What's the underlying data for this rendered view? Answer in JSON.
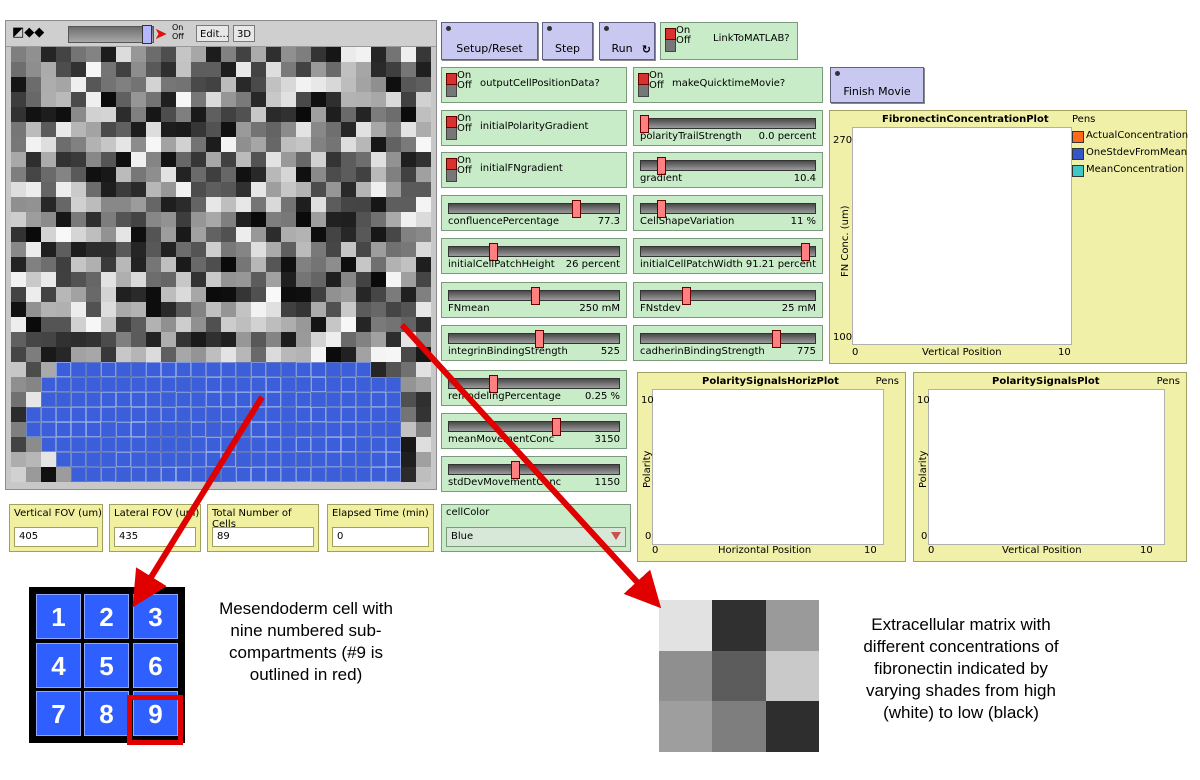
{
  "toolbar": {
    "edit_label": "Edit...",
    "three_d_label": "3D",
    "onoff_label": "On Off"
  },
  "buttons": {
    "setup": "Setup/Reset",
    "step": "Step",
    "run": "Run",
    "finish_movie": "Finish Movie"
  },
  "switches": {
    "link_matlab": {
      "label": "LinkToMATLAB?",
      "on": "On",
      "off": "Off"
    },
    "output_cell_position": {
      "label": "outputCellPositionData?",
      "on": "On",
      "off": "Off"
    },
    "make_quicktime": {
      "label": "makeQuicktimeMovie?",
      "on": "On",
      "off": "Off"
    },
    "initial_polarity_gradient": {
      "label": "initialPolarityGradient",
      "on": "On",
      "off": "Off"
    },
    "initial_fn_gradient": {
      "label": "initialFNgradient",
      "on": "On",
      "off": "Off"
    }
  },
  "sliders": {
    "polarity_trail": {
      "name": "polarityTrailStrength",
      "value": "0.0 percent",
      "level": 0.0
    },
    "gradient": {
      "name": "gradient",
      "value": "10.4",
      "level": 0.1
    },
    "confluence": {
      "name": "confluencePercentage",
      "value": "77.3",
      "level": 0.75
    },
    "cell_shape": {
      "name": "CellShapeVariation",
      "value": "11 %",
      "level": 0.1
    },
    "patch_height": {
      "name": "initialCellPatchHeight",
      "value": "26 percent",
      "level": 0.25
    },
    "patch_width": {
      "name": "initialCellPatchWidth",
      "value": "91.21 percent",
      "level": 0.95
    },
    "fn_mean": {
      "name": "FNmean",
      "value": "250 mM",
      "level": 0.5
    },
    "fn_stdev": {
      "name": "FNstdev",
      "value": "25 mM",
      "level": 0.25
    },
    "integrin": {
      "name": "integrinBindingStrength",
      "value": "525",
      "level": 0.53
    },
    "cadherin": {
      "name": "cadherinBindingStrength",
      "value": "775",
      "level": 0.78
    },
    "remodeling": {
      "name": "remodelingPercentage",
      "value": "0.25 %",
      "level": 0.25
    },
    "mean_movement": {
      "name": "meanMovementConc",
      "value": "3150",
      "level": 0.63
    },
    "stddev_movement": {
      "name": "stdDevMovementConc",
      "value": "1150",
      "level": 0.38
    }
  },
  "chooser": {
    "name": "cellColor",
    "value": "Blue"
  },
  "monitors": [
    {
      "name": "Vertical FOV (um)",
      "value": "405"
    },
    {
      "name": "Lateral FOV (um)",
      "value": "435"
    },
    {
      "name": "Total Number of Cells",
      "value": "89"
    },
    {
      "name": "Elapsed Time (min)",
      "value": "0"
    }
  ],
  "plots": {
    "fibronectin": {
      "title": "FibronectinConcentrationPlot",
      "ylabel": "FN Conc. (um)",
      "xlabel": "Vertical Position",
      "xmin": "0",
      "xmax": "10",
      "ymin": "100",
      "ymax": "270",
      "pens_label": "Pens",
      "pens": [
        {
          "name": "ActualConcentration",
          "color": "#ff6a1a"
        },
        {
          "name": "OneStdevFromMean",
          "color": "#3556c8"
        },
        {
          "name": "MeanConcentration",
          "color": "#3ec7c7"
        }
      ]
    },
    "polarity_horiz": {
      "title": "PolaritySignalsHorizPlot",
      "ylabel": "Polarity",
      "xlabel": "Horizontal Position",
      "xmin": "0",
      "xmax": "10",
      "ymin": "0",
      "ymax": "10",
      "pens_label": "Pens"
    },
    "polarity": {
      "title": "PolaritySignalsPlot",
      "ylabel": "Polarity",
      "xlabel": "Vertical Position",
      "xmin": "0",
      "xmax": "10",
      "ymin": "0",
      "ymax": "10",
      "pens_label": "Pens"
    }
  },
  "illustration": {
    "cell_numbers": [
      "1",
      "2",
      "3",
      "4",
      "5",
      "6",
      "7",
      "8",
      "9"
    ],
    "cell_caption": [
      "Mesendoderm cell with",
      "nine numbered sub-",
      "compartments (#9 is",
      "outlined in red)"
    ],
    "ecm_caption": [
      "Extracellular matrix with",
      "different concentrations of",
      "fibronectin indicated by",
      "varying shades from high",
      "(white) to low (black)"
    ],
    "ecm_shades": [
      "#e2e2e2",
      "#303030",
      "#9a9a9a",
      "#8f8f8f",
      "#5c5c5c",
      "#c9c9c9",
      "#9e9e9e",
      "#7e7e7e",
      "#2e2e2e"
    ]
  },
  "colors": {
    "cell_blue": "#2f5fff",
    "arrow_red": "#e00000",
    "button_bg": "#c8c8f0",
    "widget_green": "#c8ebc8",
    "monitor_yellow": "#f0f0a0"
  }
}
